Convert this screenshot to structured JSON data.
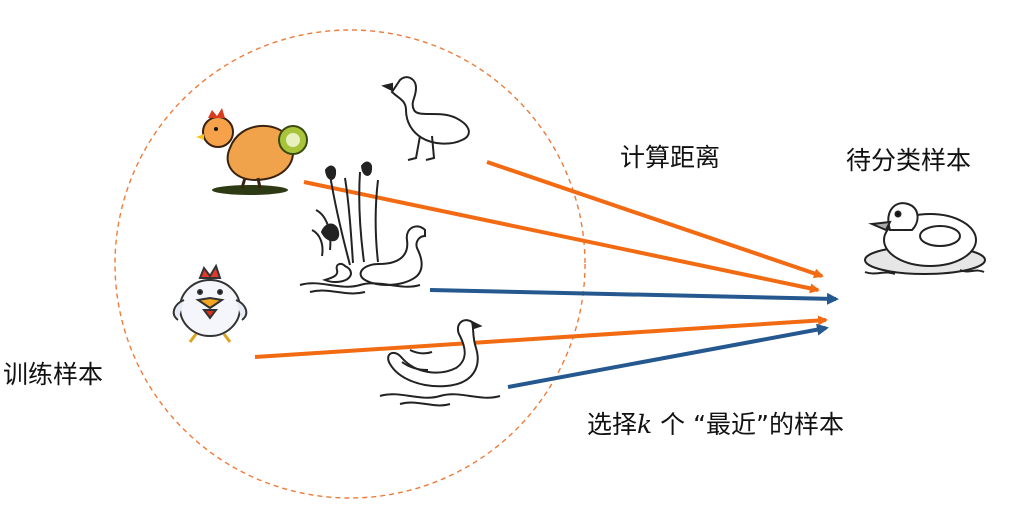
{
  "labels": {
    "training_samples": "训练样本",
    "compute_distance": "计算距离",
    "sample_to_classify": "待分类样本",
    "select_prefix": "选择",
    "select_k": "k",
    "select_suffix": " 个 “最近”的样本"
  },
  "colors": {
    "circle": "#ef7b3a",
    "arrow_far": "#f26a12",
    "arrow_near": "#24588f",
    "outline": "#222222"
  },
  "icons": [
    "chicken-icon",
    "goose-icon",
    "swan-family-icon",
    "chick-icon",
    "swan-icon",
    "duck-float-icon"
  ]
}
